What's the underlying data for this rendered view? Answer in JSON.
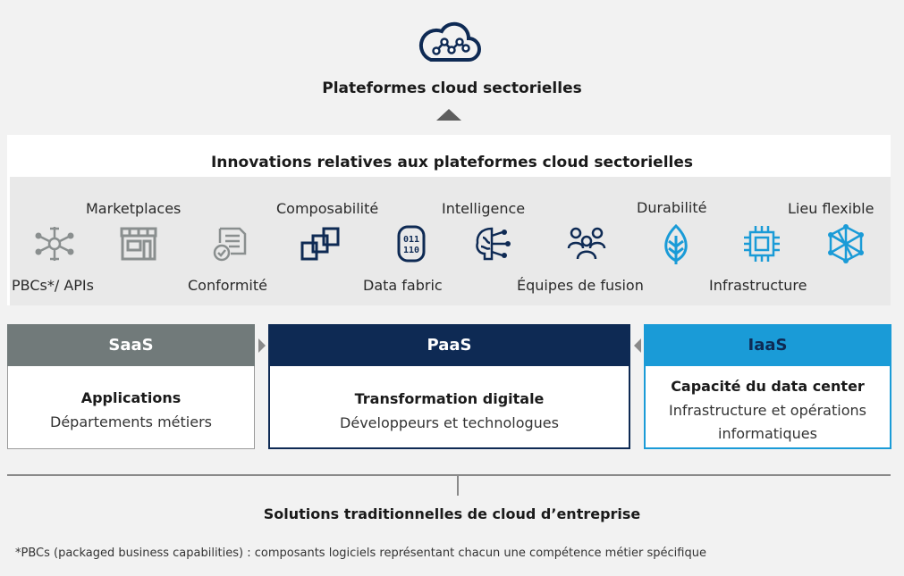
{
  "header": {
    "title": "Plateformes cloud sectorielles",
    "icon": "cloud-network-icon"
  },
  "innovations": {
    "title": "Innovations relatives aux plateformes cloud sectorielles",
    "items": [
      {
        "label": "PBCs*/ APIs",
        "icon": "network-hub-icon"
      },
      {
        "label": "Marketplaces",
        "icon": "storefront-icon"
      },
      {
        "label": "Conformité",
        "icon": "document-check-icon"
      },
      {
        "label": "Composabilité",
        "icon": "stacked-squares-icon"
      },
      {
        "label": "Data fabric",
        "icon": "binary-database-icon"
      },
      {
        "label": "Intelligence",
        "icon": "ai-brain-icon"
      },
      {
        "label": "Équipes de fusion",
        "icon": "team-icon"
      },
      {
        "label": "Durabilité",
        "icon": "leaf-icon"
      },
      {
        "label": "Infrastructure",
        "icon": "chip-icon"
      },
      {
        "label": "Lieu flexible",
        "icon": "mesh-network-icon"
      }
    ]
  },
  "layers": [
    {
      "name": "SaaS",
      "title": "Applications",
      "subtitle": "Départements métiers",
      "color": "#717a7a"
    },
    {
      "name": "PaaS",
      "title": "Transformation digitale",
      "subtitle": "Développeurs et technologues",
      "color": "#0e2a54"
    },
    {
      "name": "IaaS",
      "title": "Capacité du data center",
      "subtitle": "Infrastructure et opérations informatiques",
      "color": "#1a9bd7"
    }
  ],
  "bottom": {
    "title": "Solutions traditionnelles de cloud d’entreprise"
  },
  "footnote": "*PBCs (packaged business capabilities) : composants logiciels représentant chacun une compétence métier spécifique",
  "colors": {
    "icon_gray": "#8a8f8f",
    "icon_navy": "#0e2a54",
    "icon_blue": "#1a9bd7"
  }
}
